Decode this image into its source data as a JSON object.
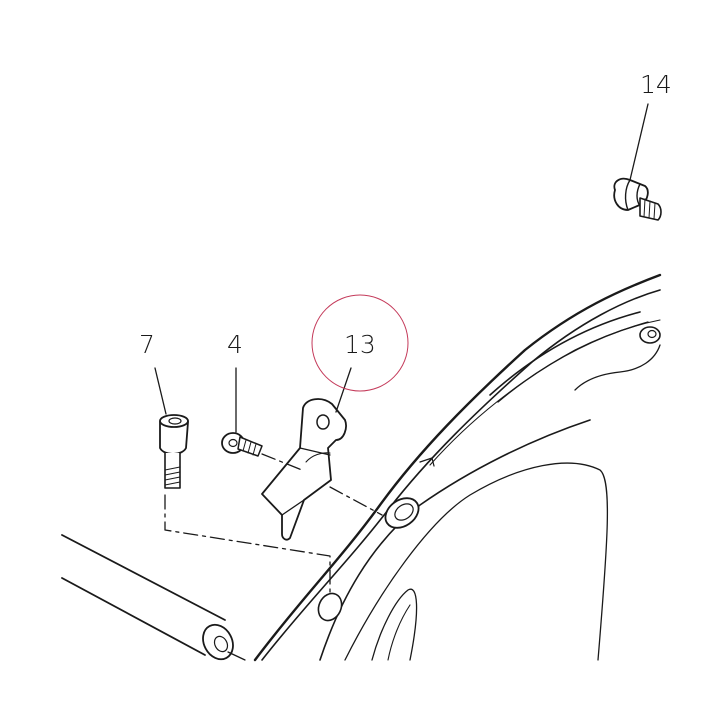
{
  "callouts": {
    "c14": "14",
    "c13": "13",
    "c7": "7",
    "c4": "4"
  },
  "colors": {
    "line": "#1a1a1a",
    "highlight_circle": "#c43a5a",
    "background": "#ffffff"
  }
}
